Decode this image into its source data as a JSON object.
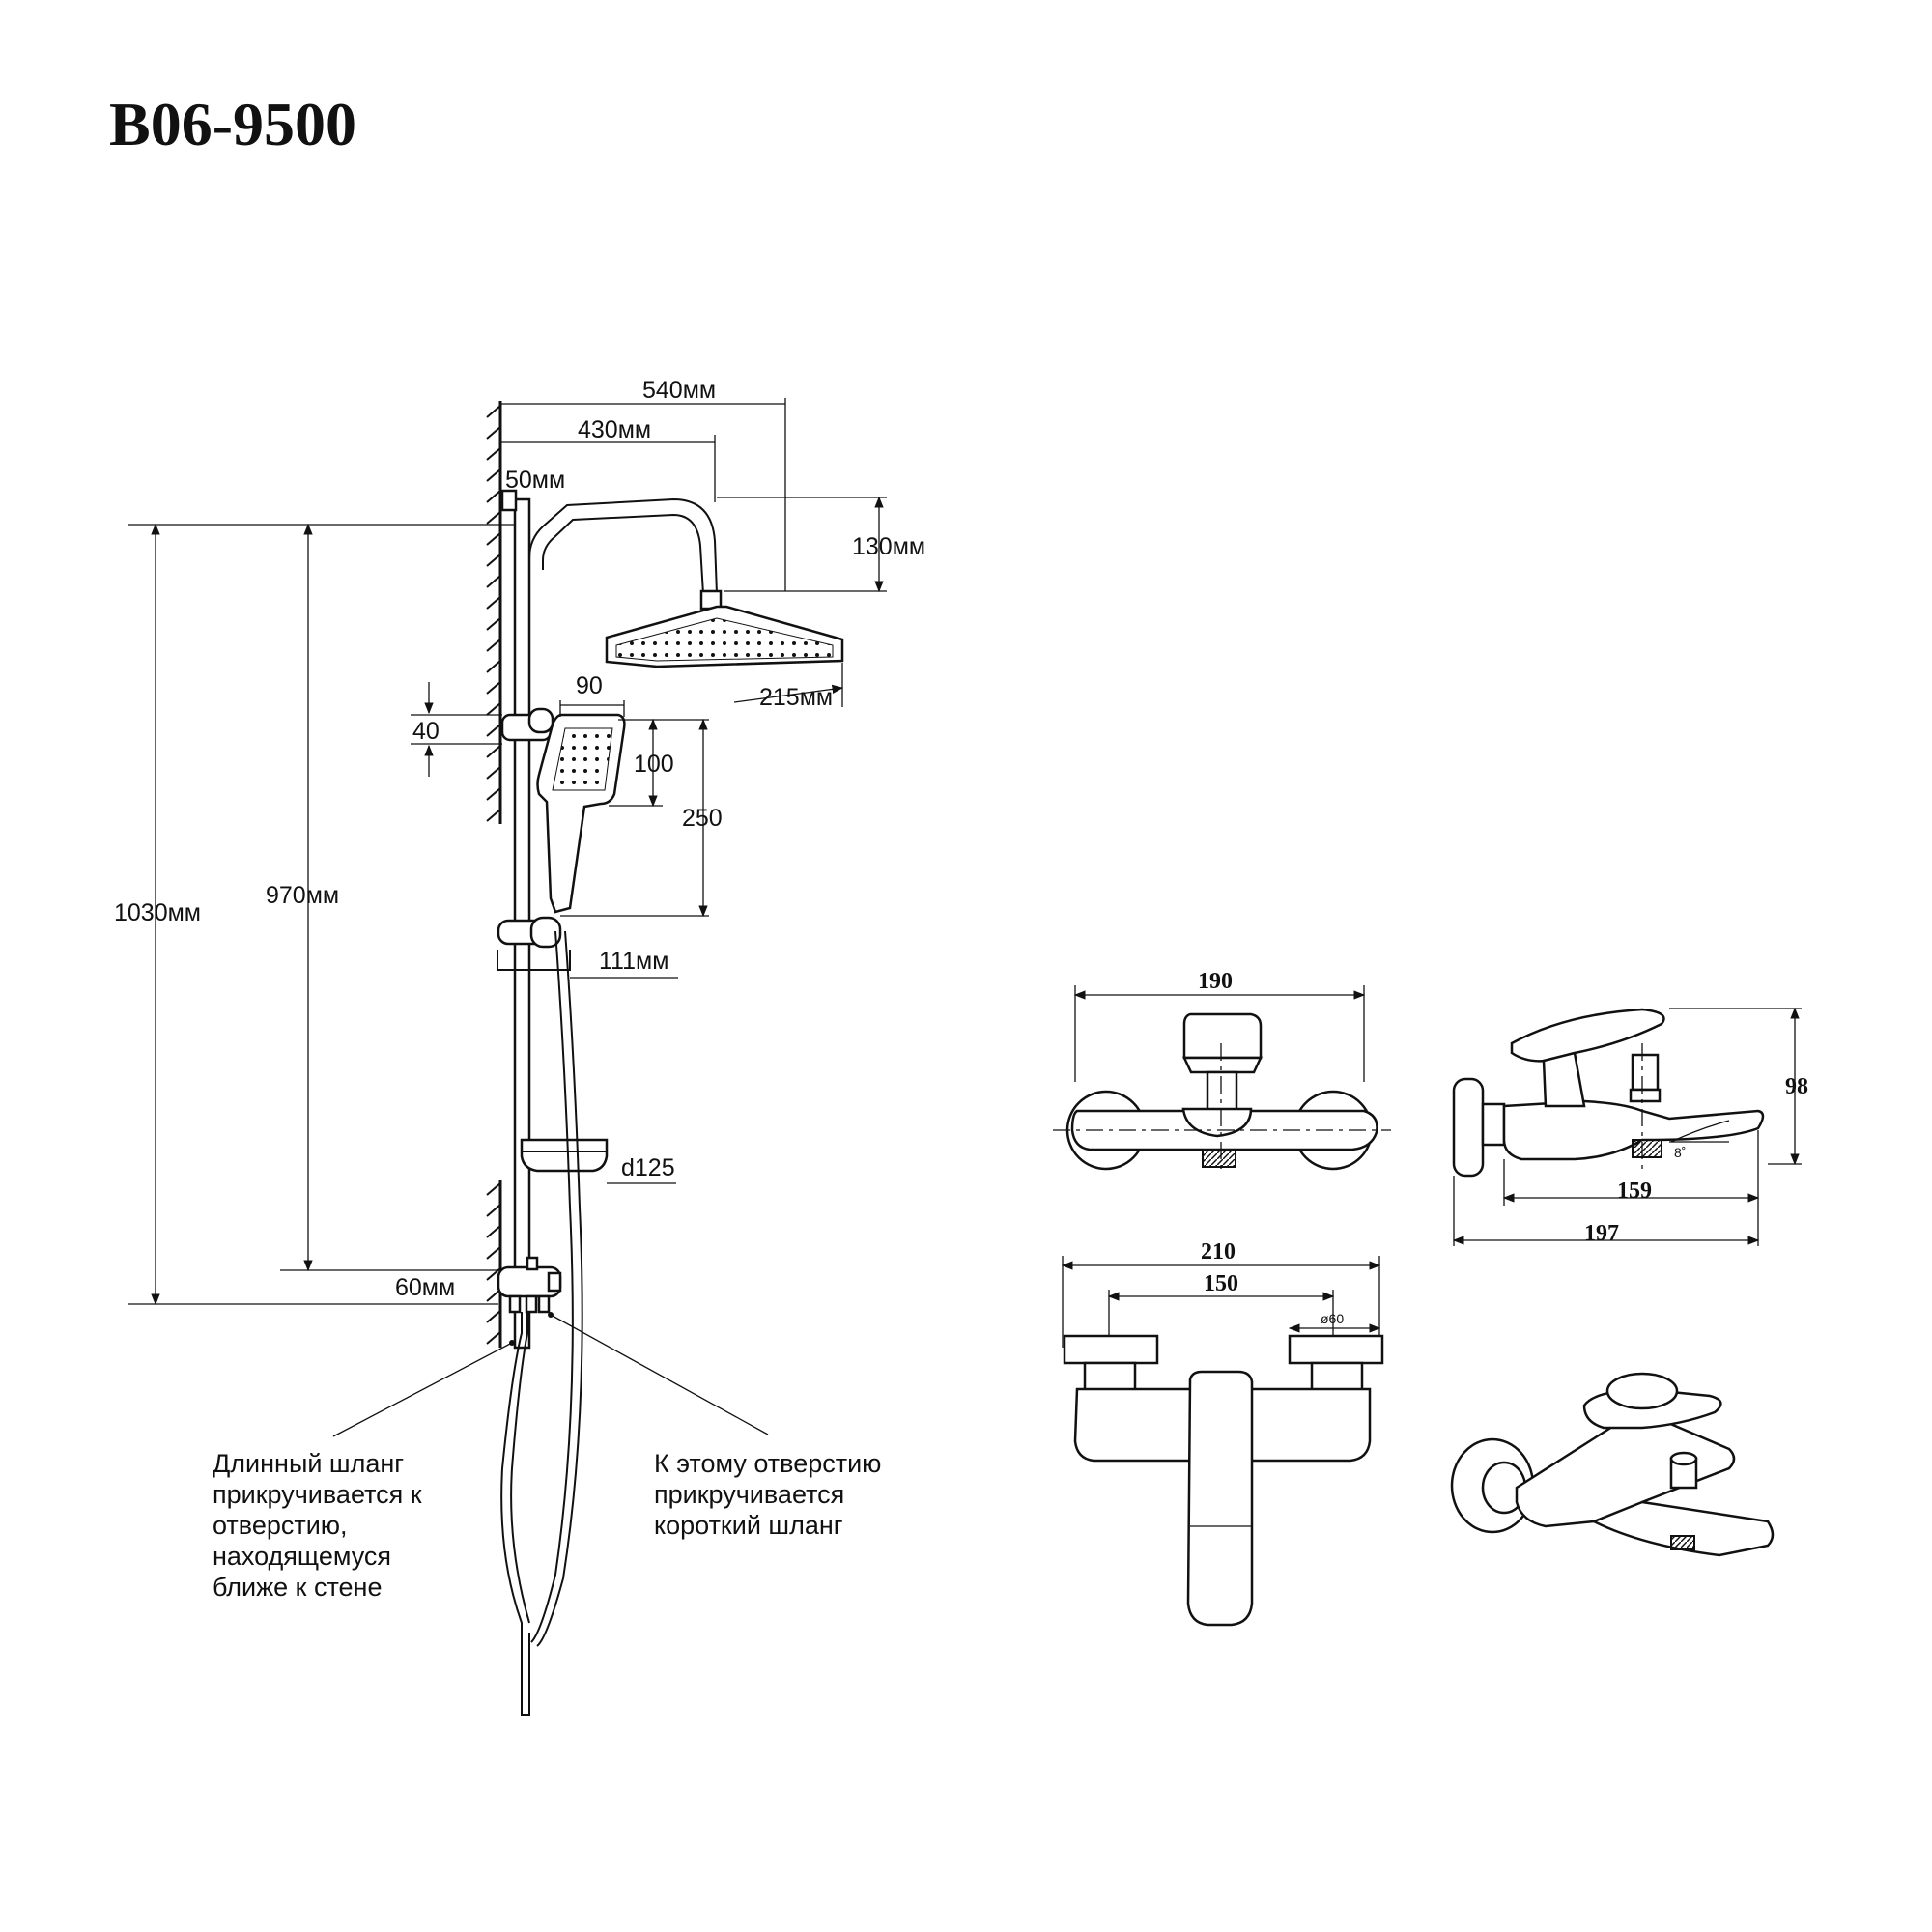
{
  "title": "B06-9500",
  "shower": {
    "dim_540": "540мм",
    "dim_430": "430мм",
    "dim_50": "50мм",
    "dim_130": "130мм",
    "dim_215": "215мм",
    "dim_90": "90",
    "dim_40": "40",
    "dim_100": "100",
    "dim_250": "250",
    "dim_1030": "1030мм",
    "dim_970": "970мм",
    "dim_111": "111мм",
    "dim_d125": "d125",
    "dim_60": "60мм"
  },
  "notes": {
    "long_hose": [
      "Длинный шланг",
      "прикручивается к",
      "отверстию,",
      "находящемуся",
      "ближе к стене"
    ],
    "short_hose": [
      "К этому отверстию",
      "прикручивается",
      "короткий шланг"
    ]
  },
  "mixer": {
    "dim_190": "190",
    "dim_98": "98",
    "dim_8deg": "8˚",
    "dim_159": "159",
    "dim_197": "197",
    "dim_210": "210",
    "dim_150": "150",
    "dim_phi60": "ø60"
  }
}
